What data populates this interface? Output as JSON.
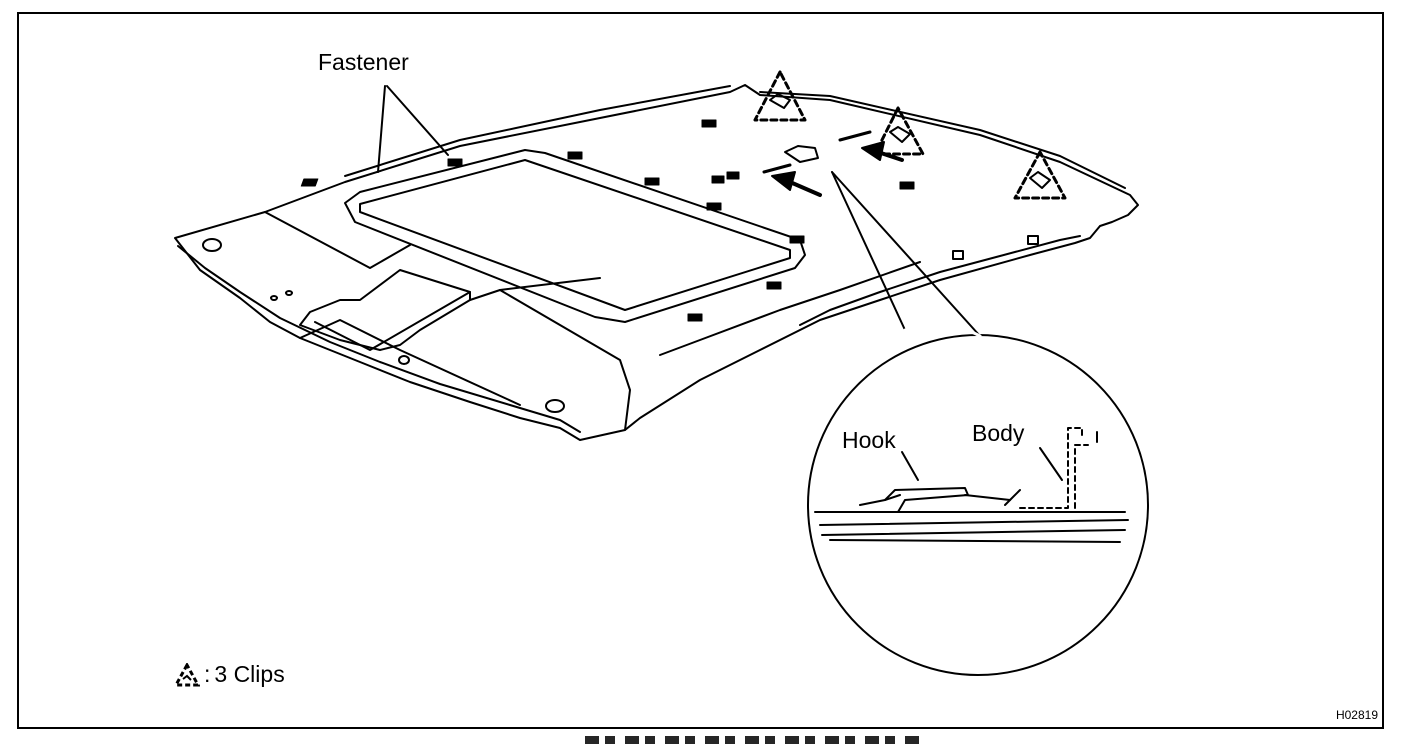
{
  "diagram": {
    "labels": {
      "fastener": "Fastener",
      "hook": "Hook",
      "body": "Body"
    },
    "legend": {
      "symbol": "warning-triangle-dashed",
      "colon": ":",
      "text": "3 Clips"
    },
    "figure_id": "H02819"
  },
  "colors": {
    "line": "#000000",
    "background": "#ffffff"
  }
}
